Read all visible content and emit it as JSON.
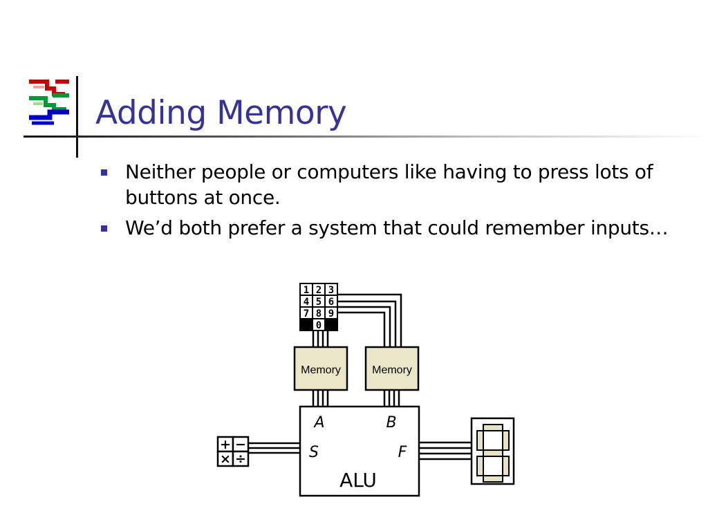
{
  "slide": {
    "title": "Adding Memory",
    "bullets": [
      "Neither people or computers like having to press lots of buttons at once.",
      "We’d both prefer a system that could remember inputs…"
    ]
  },
  "diagram": {
    "keypad_keys": [
      "1",
      "2",
      "3",
      "4",
      "5",
      "6",
      "7",
      "8",
      "9",
      "",
      "0",
      ""
    ],
    "memory_left": "Memory",
    "memory_right": "Memory",
    "alu_label": "ALU",
    "alu_port_a": "A",
    "alu_port_b": "B",
    "alu_port_s": "S",
    "alu_port_f": "F",
    "op_keys": [
      "+",
      "−",
      "×",
      "÷"
    ],
    "colors": {
      "title": "#333399",
      "bullet": "#333399",
      "memory_fill": "#ece6c8",
      "segment_fill": "#e8e2c4"
    }
  }
}
